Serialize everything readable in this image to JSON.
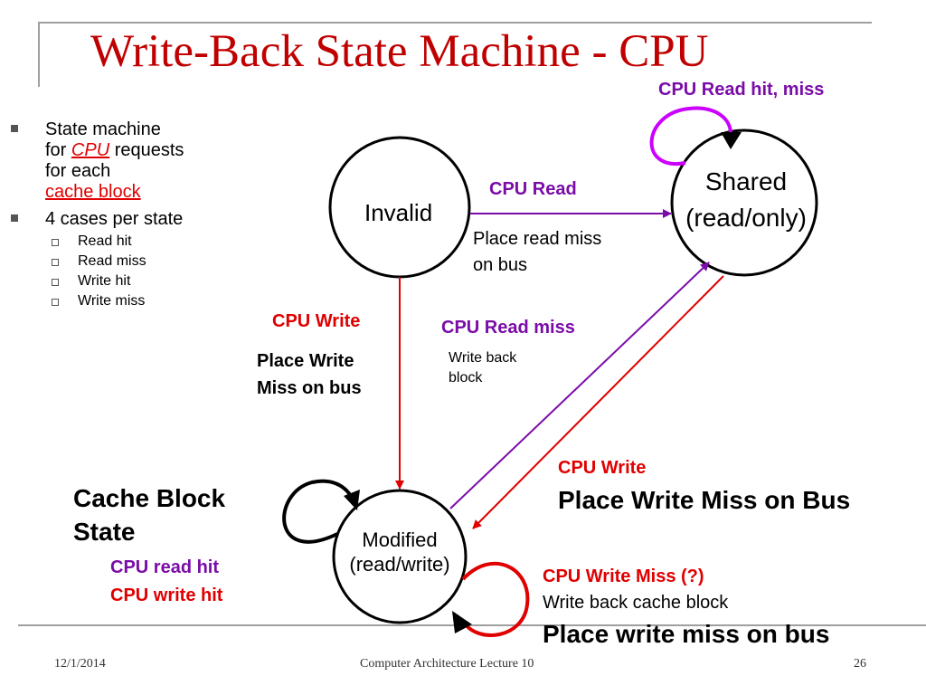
{
  "title": "Write-Back State Machine - CPU",
  "bullets": {
    "b1_line1": "State machine",
    "b1_for": "for ",
    "b1_cpu": "CPU",
    "b1_requests": " requests",
    "b1_line3": "for each",
    "b1_cache_block": "cache block",
    "b2": "4 cases per state",
    "sub": [
      "Read hit",
      "Read miss",
      "Write hit",
      "Write miss"
    ]
  },
  "states": {
    "invalid": "Invalid",
    "shared_1": "Shared",
    "shared_2": "(read/only)",
    "modified_1": "Modified",
    "modified_2": "(read/write)"
  },
  "labels": {
    "shared_self": "CPU Read hit, miss",
    "cpu_read": "CPU Read",
    "place_read_miss_1": "Place read miss",
    "place_read_miss_2": "on bus",
    "cpu_write_left": "CPU Write",
    "place_write_1": "Place Write",
    "place_write_2": "Miss on bus",
    "cpu_read_miss": "CPU Read miss",
    "write_back_1": "Write back",
    "write_back_2": "block",
    "cpu_write_right": "CPU Write",
    "place_write_miss_bus": "Place Write Miss on Bus",
    "cache_block_1": "Cache Block",
    "cache_block_2": "State",
    "cpu_read_hit": "CPU read hit",
    "cpu_write_hit": "CPU write hit",
    "cpu_write_miss": "CPU Write Miss (?)",
    "write_back_cache_block": "Write back cache block",
    "place_write_miss_on_bus": "Place write miss on bus"
  },
  "footer": {
    "date": "12/1/2014",
    "course": "Computer Architecture Lecture 10",
    "page": "26"
  },
  "colors": {
    "title": "#c00000",
    "red": "#e00000",
    "purple": "#7a0ca8",
    "magenta": "#cc00ff"
  }
}
